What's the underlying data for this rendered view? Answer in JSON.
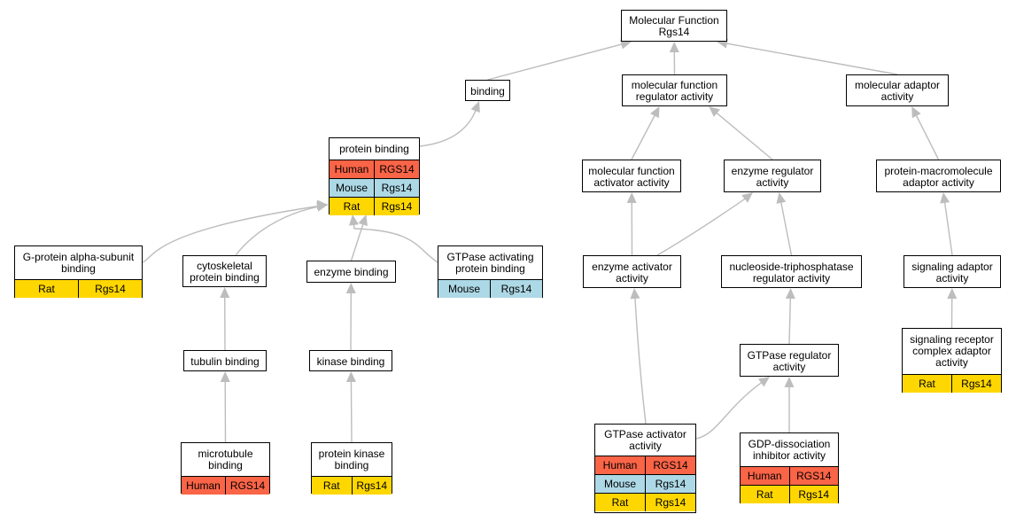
{
  "colors": {
    "human": "#fa6447",
    "mouse": "#add8e6",
    "rat": "#ffd700",
    "edge": "#bdbdbd"
  },
  "nodes": [
    {
      "id": "mf",
      "label": "Molecular Function\nRgs14",
      "rows": []
    },
    {
      "id": "bind",
      "label": "binding",
      "rows": []
    },
    {
      "id": "mfra",
      "label": "molecular function\nregulator activity",
      "rows": []
    },
    {
      "id": "mada",
      "label": "molecular adaptor\nactivity",
      "rows": []
    },
    {
      "id": "pb",
      "label": "protein binding",
      "rows": [
        {
          "species": "Human",
          "gene": "RGS14"
        },
        {
          "species": "Mouse",
          "gene": "Rgs14"
        },
        {
          "species": "Rat",
          "gene": "Rgs14"
        }
      ]
    },
    {
      "id": "mfaa",
      "label": "molecular function\nactivator activity",
      "rows": []
    },
    {
      "id": "era",
      "label": "enzyme regulator\nactivity",
      "rows": []
    },
    {
      "id": "pmaa",
      "label": "protein-macromolecule\nadaptor activity",
      "rows": []
    },
    {
      "id": "gpa",
      "label": "G-protein alpha-subunit\nbinding",
      "rows": [
        {
          "species": "Rat",
          "gene": "Rgs14"
        }
      ]
    },
    {
      "id": "cyto",
      "label": "cytoskeletal\nprotein binding",
      "rows": []
    },
    {
      "id": "enzb",
      "label": "enzyme binding",
      "rows": []
    },
    {
      "id": "gapb",
      "label": "GTPase activating\nprotein binding",
      "rows": [
        {
          "species": "Mouse",
          "gene": "Rgs14"
        }
      ]
    },
    {
      "id": "eaa",
      "label": "enzyme activator\nactivity",
      "rows": []
    },
    {
      "id": "ntra",
      "label": "nucleoside-triphosphatase\nregulator activity",
      "rows": []
    },
    {
      "id": "saa",
      "label": "signaling adaptor\nactivity",
      "rows": []
    },
    {
      "id": "tub",
      "label": "tubulin binding",
      "rows": []
    },
    {
      "id": "kin",
      "label": "kinase binding",
      "rows": []
    },
    {
      "id": "gtpr",
      "label": "GTPase regulator\nactivity",
      "rows": []
    },
    {
      "id": "srca",
      "label": "signaling receptor\ncomplex adaptor\nactivity",
      "rows": [
        {
          "species": "Rat",
          "gene": "Rgs14"
        }
      ]
    },
    {
      "id": "mtb",
      "label": "microtubule\nbinding",
      "rows": [
        {
          "species": "Human",
          "gene": "RGS14"
        }
      ]
    },
    {
      "id": "pkb",
      "label": "protein kinase\nbinding",
      "rows": [
        {
          "species": "Rat",
          "gene": "Rgs14"
        }
      ]
    },
    {
      "id": "gaa",
      "label": "GTPase activator\nactivity",
      "rows": [
        {
          "species": "Human",
          "gene": "RGS14"
        },
        {
          "species": "Mouse",
          "gene": "Rgs14"
        },
        {
          "species": "Rat",
          "gene": "Rgs14"
        }
      ]
    },
    {
      "id": "gdi",
      "label": "GDP-dissociation\ninhibitor activity",
      "rows": [
        {
          "species": "Human",
          "gene": "RGS14"
        },
        {
          "species": "Rat",
          "gene": "Rgs14"
        }
      ]
    }
  ],
  "edges": [
    {
      "from": "bind",
      "to": "mf"
    },
    {
      "from": "mfra",
      "to": "mf"
    },
    {
      "from": "mada",
      "to": "mf"
    },
    {
      "from": "pb",
      "to": "bind"
    },
    {
      "from": "mfaa",
      "to": "mfra"
    },
    {
      "from": "era",
      "to": "mfra"
    },
    {
      "from": "pmaa",
      "to": "mada"
    },
    {
      "from": "gpa",
      "to": "pb"
    },
    {
      "from": "cyto",
      "to": "pb"
    },
    {
      "from": "enzb",
      "to": "pb"
    },
    {
      "from": "gapb",
      "to": "pb"
    },
    {
      "from": "eaa",
      "to": "mfaa"
    },
    {
      "from": "eaa",
      "to": "era"
    },
    {
      "from": "ntra",
      "to": "era"
    },
    {
      "from": "saa",
      "to": "pmaa"
    },
    {
      "from": "tub",
      "to": "cyto"
    },
    {
      "from": "kin",
      "to": "enzb"
    },
    {
      "from": "gtpr",
      "to": "ntra"
    },
    {
      "from": "srca",
      "to": "saa"
    },
    {
      "from": "mtb",
      "to": "tub"
    },
    {
      "from": "pkb",
      "to": "kin"
    },
    {
      "from": "gaa",
      "to": "eaa"
    },
    {
      "from": "gaa",
      "to": "gtpr"
    },
    {
      "from": "gdi",
      "to": "gtpr"
    }
  ]
}
